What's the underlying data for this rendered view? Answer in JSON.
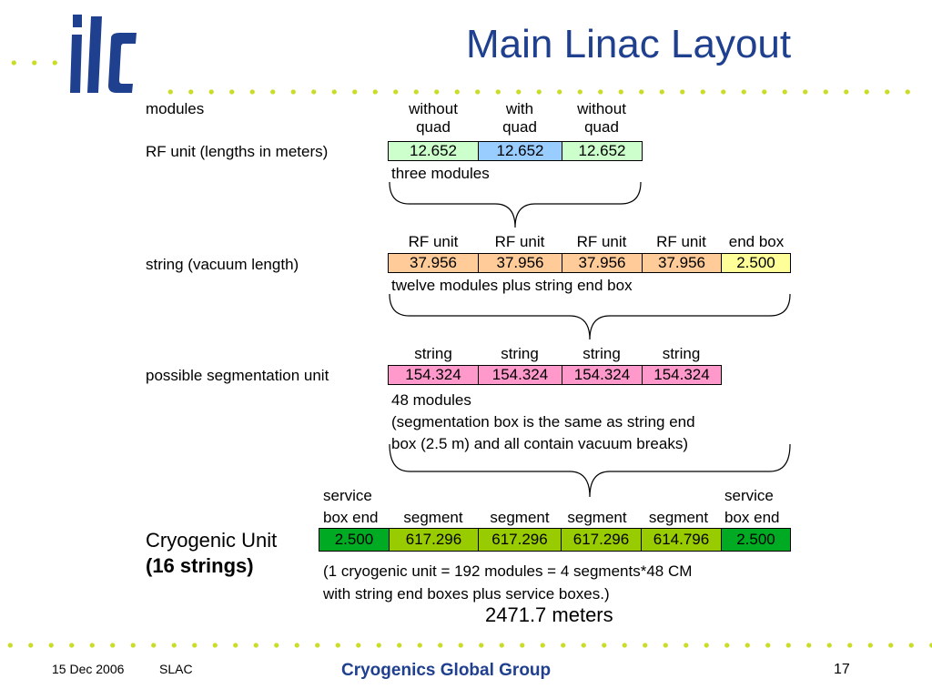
{
  "logo_text": "ilc",
  "title": "Main Linac Layout",
  "colors": {
    "title": "#1f3f8f",
    "dots": "#c8dc28",
    "light_green": "#ccffcc",
    "light_blue": "#99ccff",
    "orange": "#ffcc99",
    "yellow": "#ffff99",
    "pink": "#ff99cc",
    "green": "#00aa22",
    "yellow_green": "#99cc00"
  },
  "modules": {
    "label": "modules",
    "headers": [
      {
        "line1": "without",
        "line2": "quad"
      },
      {
        "line1": "with",
        "line2": "quad"
      },
      {
        "line1": "without",
        "line2": "quad"
      }
    ]
  },
  "rf_unit": {
    "label": "RF unit (lengths in meters)",
    "values": [
      "12.652",
      "12.652",
      "12.652"
    ],
    "caption": "three modules"
  },
  "string": {
    "headers": [
      "RF unit",
      "RF unit",
      "RF unit",
      "RF unit",
      "end box"
    ],
    "label": "string (vacuum length)",
    "values": [
      "37.956",
      "37.956",
      "37.956",
      "37.956",
      "2.500"
    ],
    "caption": "twelve modules plus string end box"
  },
  "segmentation": {
    "headers": [
      "string",
      "string",
      "string",
      "string"
    ],
    "label": "possible segmentation unit",
    "values": [
      "154.324",
      "154.324",
      "154.324",
      "154.324"
    ],
    "caption_lines": [
      "48 modules",
      "(segmentation box is the same as string end",
      "box (2.5 m) and all contain vacuum breaks)"
    ]
  },
  "cryogenic": {
    "headers": [
      {
        "line1": "service",
        "line2": "box end"
      },
      {
        "line1": "",
        "line2": "segment"
      },
      {
        "line1": "",
        "line2": "segment"
      },
      {
        "line1": "",
        "line2": "segment"
      },
      {
        "line1": "",
        "line2": "segment"
      },
      {
        "line1": "service",
        "line2": "box end"
      }
    ],
    "label_line1": "Cryogenic Unit",
    "label_line2": "(16 strings)",
    "values": [
      "2.500",
      "617.296",
      "617.296",
      "617.296",
      "614.796",
      "2.500"
    ],
    "caption_lines": [
      "(1 cryogenic unit = 192 modules = 4 segments*48 CM",
      "with string end boxes plus service boxes.)"
    ],
    "total": "2471.7 meters"
  },
  "footer": {
    "date": "15 Dec 2006",
    "org": "SLAC",
    "group": "Cryogenics Global Group",
    "page": "17"
  }
}
